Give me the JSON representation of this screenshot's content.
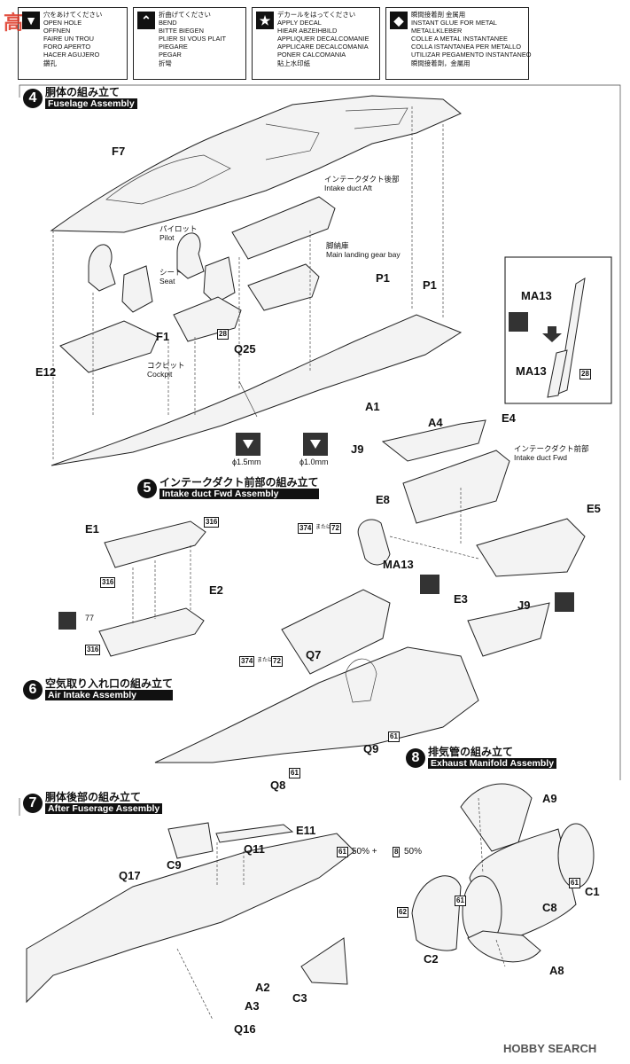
{
  "legend": [
    {
      "icon": "drill-hole-icon",
      "lines": [
        "穴をあけてください",
        "OPEN HOLE",
        "OFFNEN",
        "FAIRE UN TROU",
        "FORO APERTO",
        "HACER AGUJERO",
        "鑽孔"
      ]
    },
    {
      "icon": "bend-icon",
      "lines": [
        "折曲げてください",
        "BEND",
        "BITTE BIEGEN",
        "PLIER SI VOUS PLAIT",
        "PIEGARE",
        "PEGAR",
        "折彎"
      ]
    },
    {
      "icon": "decal-star-icon",
      "lines": [
        "デカールをはってください",
        "APPLY DECAL",
        "HIEAR ABZEIHBILD",
        "APPLIQUER DECALCOMANIE",
        "APPLICARE DECALCOMANIA",
        "PONER CALCOMANIA",
        "貼上水印紙"
      ]
    },
    {
      "icon": "metal-glue-icon",
      "lines": [
        "瞬間接着剤 金属用",
        "INSTANT GLUE FOR METAL",
        "METALLKLEBER",
        "COLLE A METAL INSTANTANEE",
        "COLLA ISTANTANEA PER METALLO",
        "UTILIZAR PEGAMENTO INSTANTANEO",
        "瞬間接着劑，金屬用"
      ]
    }
  ],
  "steps": {
    "s4": {
      "num": "4",
      "jp": "胴体の組み立て",
      "en": "Fuselage Assembly"
    },
    "s5": {
      "num": "5",
      "jp": "インテークダクト前部の組み立て",
      "en": "Intake duct Fwd Assembly"
    },
    "s6": {
      "num": "6",
      "jp": "空気取り入れ口の組み立て",
      "en": "Air Intake Assembly"
    },
    "s7": {
      "num": "7",
      "jp": "胴体後部の組み立て",
      "en": "After Fuserage Assembly"
    },
    "s8": {
      "num": "8",
      "jp": "排気管の組み立て",
      "en": "Exhaust Manifold Assembly"
    }
  },
  "notes": {
    "intake_aft": "インテークダクト後部\nIntake duct Aft",
    "pilot": "パイロット\nPilot",
    "seat": "シート\nSeat",
    "gear_bay": "脚納庫\nMain landing gear bay",
    "cockpit": "コクピット\nCockpit",
    "intake_fwd": "インテークダクト前部\nIntake duct Fwd",
    "mata": "または",
    "mix": "50%  +",
    "mix2": "50%"
  },
  "drills": {
    "d15": "ϕ1.5mm",
    "d10": "ϕ1.0mm"
  },
  "parts": {
    "F7": "F7",
    "F1": "F1",
    "E12": "E12",
    "Q25": "Q25",
    "P1a": "P1",
    "P1b": "P1",
    "A1": "A1",
    "MA13a": "MA13",
    "MA13b": "MA13",
    "A4": "A4",
    "E4": "E4",
    "J9a": "J9",
    "E1": "E1",
    "E2": "E2",
    "E8": "E8",
    "MA13c": "MA13",
    "E5": "E5",
    "E3": "E3",
    "J9b": "J9",
    "Q7": "Q7",
    "Q9": "Q9",
    "Q8": "Q8",
    "E11": "E11",
    "Q11": "Q11",
    "C9": "C9",
    "Q17": "Q17",
    "A2": "A2",
    "A3": "A3",
    "C3": "C3",
    "Q16": "Q16",
    "A9": "A9",
    "C1": "C1",
    "C8": "C8",
    "C2": "C2",
    "A8": "A8"
  },
  "paints": {
    "p28a": "28",
    "p28b": "28",
    "p316a": "316",
    "p316b": "316",
    "p316c": "316",
    "p77": "77",
    "p374a": "374",
    "p72a": "72",
    "p374b": "374",
    "p72b": "72",
    "p61a": "61",
    "p61b": "61",
    "p61c": "61",
    "p8": "8",
    "p61d": "61",
    "p62": "62",
    "p61e": "61"
  },
  "watermark": {
    "brand": "HOBBY SEARCH",
    "logo": "高"
  }
}
